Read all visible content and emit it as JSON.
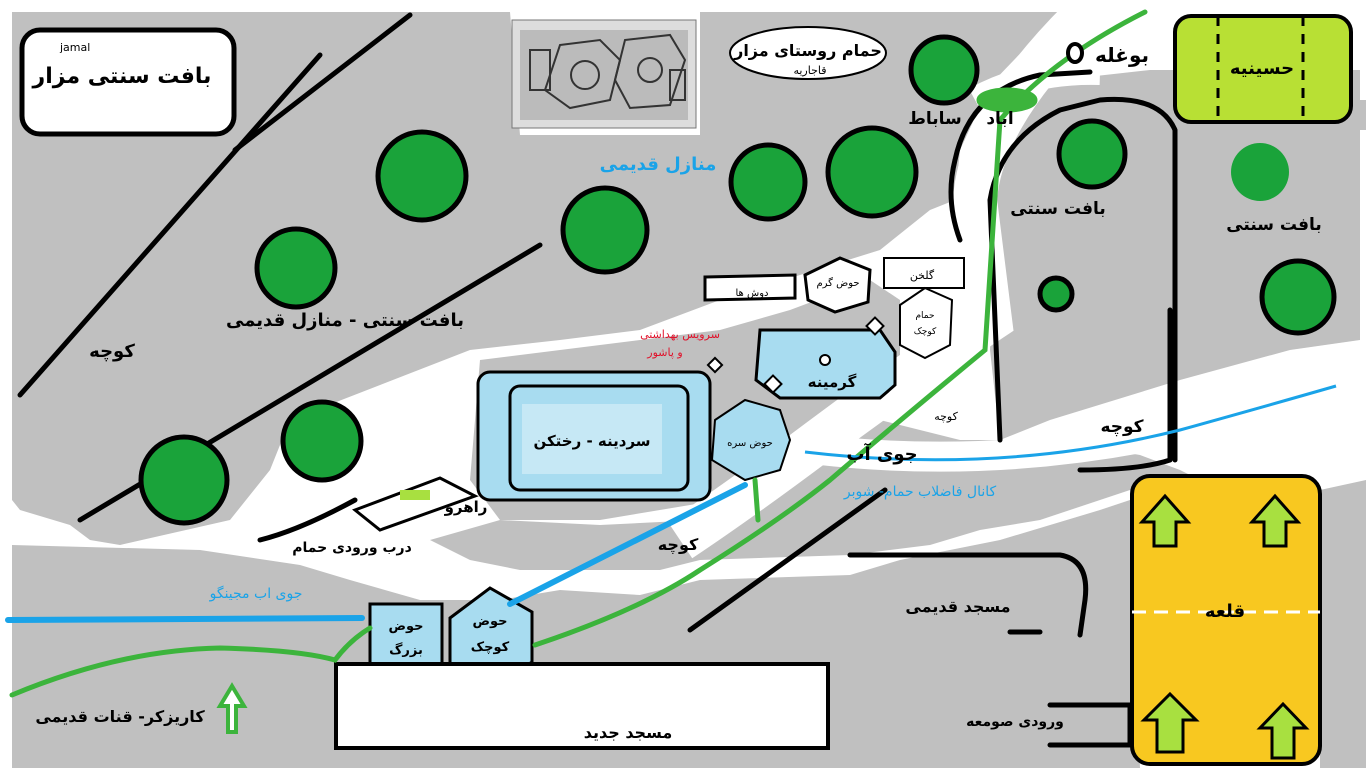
{
  "map": {
    "title": "بافت سنتی مزار",
    "author": "jamal",
    "labels": {
      "bath_village": "حمام روستای مزار",
      "bath_era": "قاجاریه",
      "old_houses": "منازل قدیمی",
      "texture_old_houses": "بافت سنتی - منازل قدیمی",
      "alley_left": "کوچه",
      "sabat": "ساباط",
      "sabat_prefix": "اباد",
      "bughole": "بوغله",
      "hosseiniyeh": "حسینیه",
      "texture_1": "بافت سنتی",
      "texture_2": "بافت سنتی",
      "golkhan": "گلخن",
      "hoz_garm": "حوض گرم",
      "dush_ha": "دوش ها",
      "hamam_small_1": "حمام",
      "hamam_small_2": "کوچک",
      "service_1": "سرویس بهداشتی",
      "service_2": "و پاشور",
      "garmineh": "گرمینه",
      "sardineh": "سردینه - رختکن",
      "hoz_sareh": "حوض سره",
      "alley_mid": "کوچه",
      "alley_right": "کوچه",
      "jooye_ab": "جوی آب",
      "sewer_canal": "کانال فاضلاب حمام- شوبر",
      "rahro": "راهرو",
      "bath_entrance": "درب ورودی حمام",
      "alley_bottom": "کوچه",
      "jooye_mijingo": "جوی اب مجینگو",
      "hoz_bozorg_1": "حوض",
      "hoz_bozorg_2": "بزرگ",
      "hoz_kuchak_1": "حوض",
      "hoz_kuchak_2": "کوچک",
      "old_mosque": "مسجد قدیمی",
      "new_mosque": "مسجد جدید",
      "minaret_entrance": "ورودی صومعه",
      "qanat": "کاریزکر- قنات قدیمی",
      "castle": "قلعه"
    },
    "colors": {
      "ground": "#c0c0c0",
      "tree": "#1aa33a",
      "water": "#a8dcf0",
      "stream": "#1aa3e8",
      "qanat": "#3cb43c",
      "hosseiniyeh": "#b8e034",
      "castle": "#f8c820",
      "arrow": "#a8e040"
    }
  }
}
